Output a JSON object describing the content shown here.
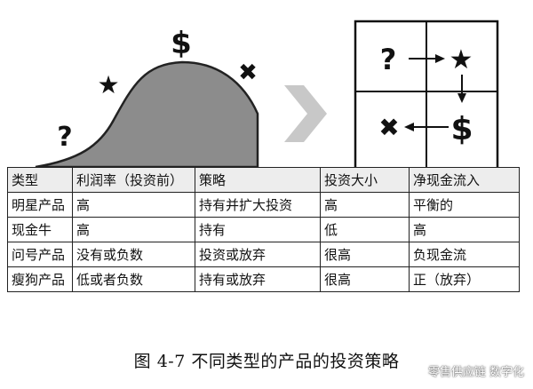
{
  "figure": {
    "curve_symbols": {
      "question": "?",
      "star": "★",
      "dollar": "$",
      "cross": "✖"
    },
    "matrix_cells": {
      "top_left": "?",
      "top_right": "★",
      "bottom_right": "$",
      "bottom_left": "✖"
    }
  },
  "table": {
    "headers": [
      "类型",
      "利润率（投资前）",
      "策略",
      "投资大小",
      "净现金流入"
    ],
    "rows": [
      [
        "明星产品",
        "高",
        "持有并扩大投资",
        "高",
        "平衡的"
      ],
      [
        "现金牛",
        "高",
        "持有",
        "低",
        "高"
      ],
      [
        "问号产品",
        "没有或负数",
        "投资或放弃",
        "很高",
        "负现金流"
      ],
      [
        "瘦狗产品",
        "低或者负数",
        "持有或放弃",
        "很高",
        "正（放弃）"
      ]
    ]
  },
  "caption": "图 4-7  不同类型的产品的投资策略",
  "watermark": "零售供应链 数字化",
  "colors": {
    "curve_fill": "#8c8c8c",
    "arrow_fill": "#c8c8c8",
    "header_bg": "#ededed"
  }
}
